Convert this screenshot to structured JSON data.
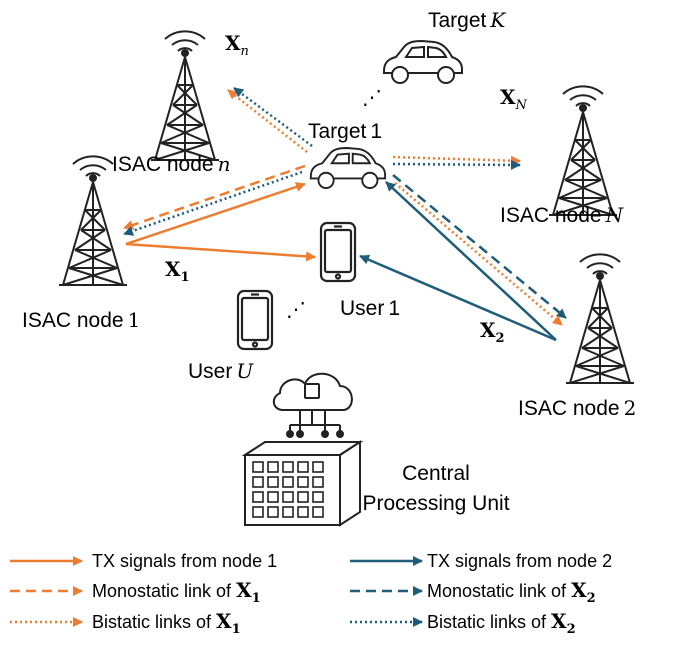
{
  "nodes": {
    "node_n": {
      "name": "ISAC node",
      "index": "n",
      "signal": "X",
      "signal_sub": "n"
    },
    "node_N": {
      "name": "ISAC node",
      "index": "N",
      "signal": "X",
      "signal_sub": "N"
    },
    "node_1": {
      "name": "ISAC node",
      "index": "1",
      "signal": "X",
      "signal_sub": "1"
    },
    "node_2": {
      "name": "ISAC node",
      "index": "2",
      "signal": "X",
      "signal_sub": "2"
    }
  },
  "targets": {
    "target_K": {
      "name": "Target",
      "index": "K"
    },
    "target_1": {
      "name": "Target",
      "index": "1"
    }
  },
  "users": {
    "user_1": {
      "name": "User",
      "index": "1"
    },
    "user_U": {
      "name": "User",
      "index": "U"
    }
  },
  "cpu": {
    "line1": "Central",
    "line2": "Processing Unit"
  },
  "ellipsis": "⋰",
  "colors": {
    "orange": "#ED7D31",
    "blue": "#1F5C7A"
  },
  "legend": [
    {
      "text": "TX signals from node 1",
      "math": "",
      "sub": "",
      "color": "orange",
      "style": "solid"
    },
    {
      "text": "Monostatic link of ",
      "math": "X",
      "sub": "1",
      "color": "orange",
      "style": "dashed"
    },
    {
      "text": "Bistatic links of ",
      "math": "X",
      "sub": "1",
      "color": "orange",
      "style": "dotted"
    },
    {
      "text": "TX signals from node 2",
      "math": "",
      "sub": "",
      "color": "blue",
      "style": "solid"
    },
    {
      "text": "Monostatic link of ",
      "math": "X",
      "sub": "2",
      "color": "blue",
      "style": "dashed"
    },
    {
      "text": "Bistatic links of ",
      "math": "X",
      "sub": "2",
      "color": "blue",
      "style": "dotted"
    }
  ]
}
